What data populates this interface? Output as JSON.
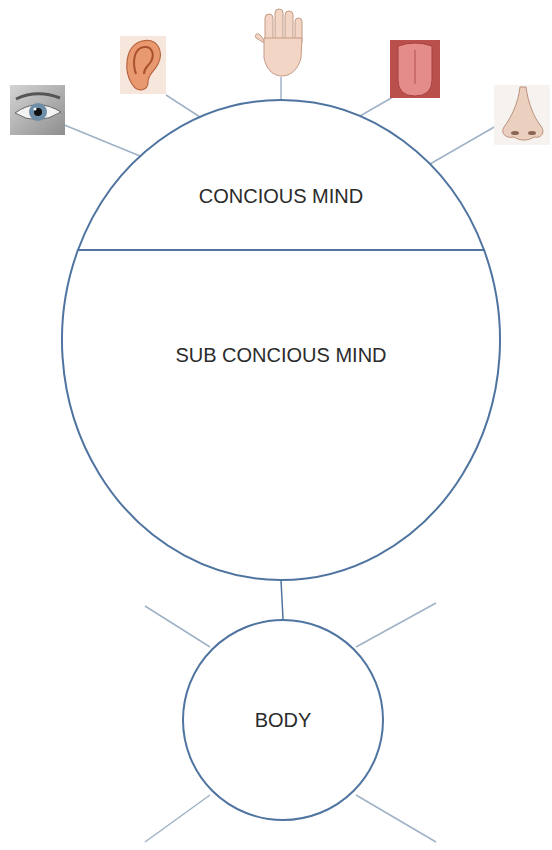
{
  "diagram": {
    "nodes": [
      {
        "text": [
          "CONCIOUS MIND"
        ]
      },
      {
        "text": [
          "SUB CONCIOUS MIND"
        ]
      },
      {
        "text": [
          "BODY"
        ]
      }
    ],
    "edges": [
      {
        "from": 1,
        "to": 2,
        "arrow": "none"
      }
    ]
  }
}
